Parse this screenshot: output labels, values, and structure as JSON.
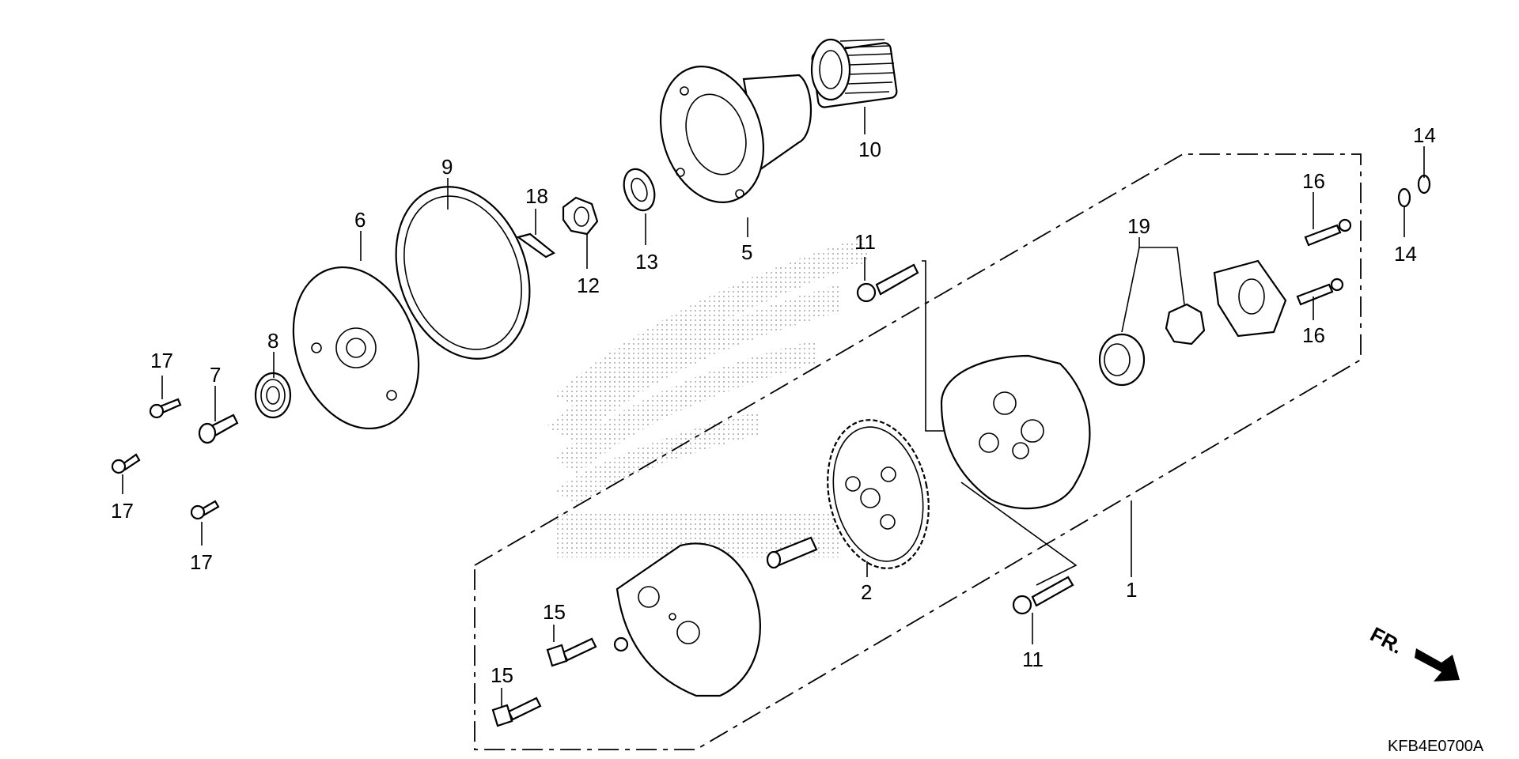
{
  "diagram": {
    "code": "KFB4E0700A",
    "direction_label": "FR.",
    "colors": {
      "line": "#000000",
      "background": "#ffffff",
      "logo_dots": "#b5b5b5"
    },
    "callouts": [
      {
        "id": "c1",
        "text": "1"
      },
      {
        "id": "c2",
        "text": "2"
      },
      {
        "id": "c5",
        "text": "5"
      },
      {
        "id": "c6",
        "text": "6"
      },
      {
        "id": "c7",
        "text": "7"
      },
      {
        "id": "c8",
        "text": "8"
      },
      {
        "id": "c9",
        "text": "9"
      },
      {
        "id": "c10",
        "text": "10"
      },
      {
        "id": "c11a",
        "text": "11"
      },
      {
        "id": "c11b",
        "text": "11"
      },
      {
        "id": "c12",
        "text": "12"
      },
      {
        "id": "c13",
        "text": "13"
      },
      {
        "id": "c14a",
        "text": "14"
      },
      {
        "id": "c14b",
        "text": "14"
      },
      {
        "id": "c15a",
        "text": "15"
      },
      {
        "id": "c15b",
        "text": "15"
      },
      {
        "id": "c16a",
        "text": "16"
      },
      {
        "id": "c16b",
        "text": "16"
      },
      {
        "id": "c17a",
        "text": "17"
      },
      {
        "id": "c17b",
        "text": "17"
      },
      {
        "id": "c17c",
        "text": "17"
      },
      {
        "id": "c18",
        "text": "18"
      },
      {
        "id": "c19",
        "text": "19"
      }
    ]
  }
}
